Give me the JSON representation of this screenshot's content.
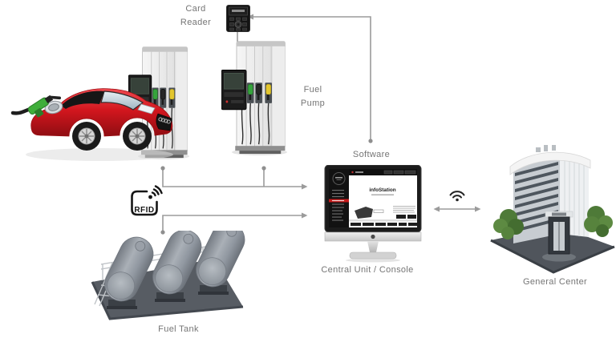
{
  "diagram": {
    "type": "fuel-station-automation-system",
    "labels": {
      "card_reader": "Card Reader",
      "fuel_pump": "Fuel Pump",
      "software": "Software",
      "central_unit": "Central Unit / Console",
      "general_center": "General Center",
      "fuel_tank": "Fuel Tank"
    },
    "rfid_text": "RFID",
    "monitor": {
      "screen_heading": "infoStation"
    },
    "icons": {
      "card_reader_device": "card-reader-device-icon",
      "rfid": "rfid-tag-icon",
      "wifi": "wifi-icon",
      "fuel_nozzle": "fuel-nozzle-icon",
      "apple_logo": "apple-logo-icon",
      "bidirectional_arrow": "double-headed-arrow-icon"
    },
    "colors": {
      "background": "#ffffff",
      "connection_line": "#9b9b9b",
      "label_text": "#757575",
      "car_red": "#d2161e",
      "nozzle_green": "#3fae3a",
      "screen_highlight_red": "#c41a1a",
      "device_black": "#141414",
      "pump_body_gray": "#e4e4e4",
      "tank_gray": "#8e949b",
      "platform_gray": "#575c63"
    }
  }
}
